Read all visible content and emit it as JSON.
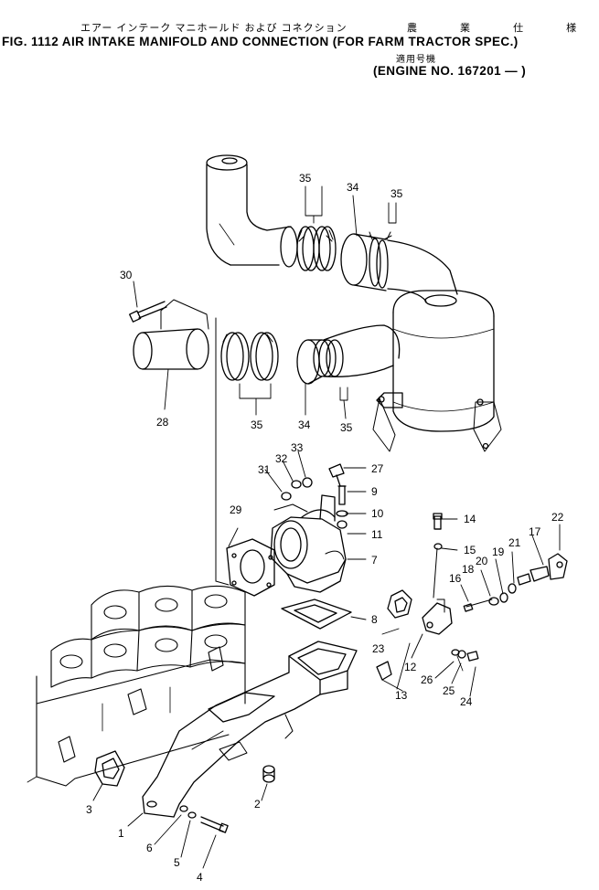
{
  "header": {
    "japanese_title": "エアー インテーク マニホールド および コネクション",
    "japanese_spec": "農 業 仕 様",
    "figure_line": "FIG. 1112  AIR INTAKE MANIFOLD AND CONNECTION (FOR FARM TRACTOR SPEC.)",
    "japanese_applicability": "適用号機",
    "engine_line": "(ENGINE NO. 167201 — )"
  },
  "callouts": {
    "c1": "1",
    "c2": "2",
    "c3": "3",
    "c4": "4",
    "c5": "5",
    "c6": "6",
    "c7": "7",
    "c8": "8",
    "c9": "9",
    "c10": "10",
    "c11": "11",
    "c12": "12",
    "c13": "13",
    "c14": "14",
    "c15": "15",
    "c16": "16",
    "c17": "17",
    "c18": "18",
    "c19": "19",
    "c20": "20",
    "c21": "21",
    "c22": "22",
    "c23": "23",
    "c24": "24",
    "c25": "25",
    "c26": "26",
    "c27": "27",
    "c28": "28",
    "c29": "29",
    "c30": "30",
    "c31": "31",
    "c32": "32",
    "c33": "33",
    "c34a": "34",
    "c34b": "34",
    "c35a": "35",
    "c35b": "35",
    "c35c": "35",
    "c35d": "35"
  }
}
